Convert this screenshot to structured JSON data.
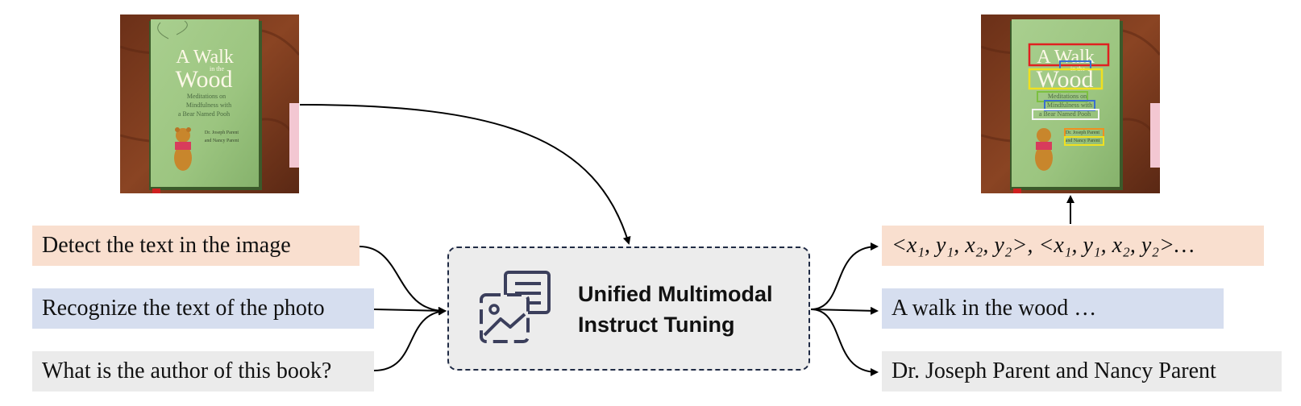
{
  "left_prompts": [
    {
      "text": "Detect the text in the image",
      "color": "#f9dfcf"
    },
    {
      "text": "Recognize the text of the photo",
      "color": "#d6deef"
    },
    {
      "text": "What is the author of this book?",
      "color": "#ebebeb"
    }
  ],
  "center": {
    "title_line1": "Unified Multimodal",
    "title_line2": "Instruct Tuning",
    "icon": "image-document-icon"
  },
  "right_outputs": [
    {
      "text": "<x₁, y₁, x₂, y₂>, <x₁, y₁, x₂, y₂>…",
      "color": "#f9dfcf"
    },
    {
      "text": "A walk in the wood …",
      "color": "#d6deef"
    },
    {
      "text": "Dr. Joseph Parent and Nancy Parent",
      "color": "#ebebeb"
    }
  ],
  "book": {
    "title_line1": "A Walk",
    "title_small": "in the",
    "title_line2": "Wood",
    "subtitle_line1": "Meditations on",
    "subtitle_line2": "Mindfulness with",
    "subtitle_line3": "a Bear Named Pooh",
    "author_line1": "Dr. Joseph Parent",
    "author_line2": "and Nancy Parent"
  },
  "colors": {
    "box_red": "#e02020",
    "box_yellow": "#f0e020",
    "box_green": "#7cc040",
    "box_blue": "#3a6fd0",
    "box_orange": "#f09020",
    "arrow": "#000000"
  }
}
